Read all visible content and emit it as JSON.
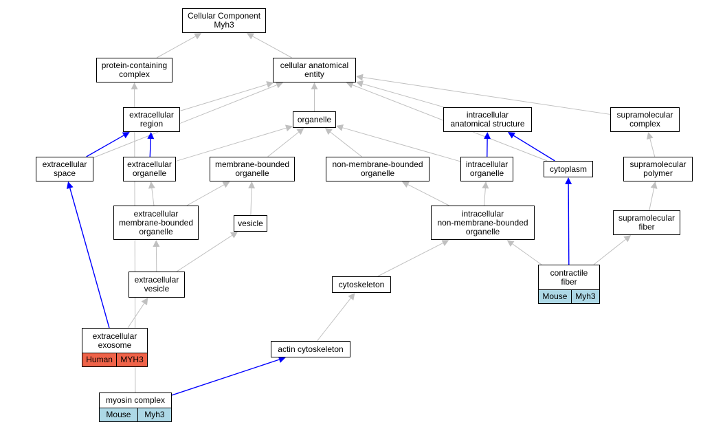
{
  "colors": {
    "is_a_edge": "#c0c0c0",
    "part_of_edge": "#0000ff",
    "human_tag": "#ef6349",
    "mouse_tag": "#add8e6"
  },
  "nodes": {
    "root": [
      "Cellular Component",
      "Myh3"
    ],
    "protein_complex": [
      "protein-containing",
      "complex"
    ],
    "cae": [
      "cellular anatomical",
      "entity"
    ],
    "extracellular_region": [
      "extracellular",
      "region"
    ],
    "organelle": [
      "organelle"
    ],
    "intracellular_structure": [
      "intracellular",
      "anatomical structure"
    ],
    "supramolecular_complex": [
      "supramolecular",
      "complex"
    ],
    "extracellular_space": [
      "extracellular",
      "space"
    ],
    "extracellular_organelle": [
      "extracellular",
      "organelle"
    ],
    "membrane_bounded_organelle": [
      "membrane-bounded",
      "organelle"
    ],
    "non_membrane_bounded_organelle": [
      "non-membrane-bounded",
      "organelle"
    ],
    "intracellular_organelle": [
      "intracellular",
      "organelle"
    ],
    "cytoplasm": [
      "cytoplasm"
    ],
    "supramolecular_polymer": [
      "supramolecular",
      "polymer"
    ],
    "ec_membrane_bounded_organelle": [
      "extracellular",
      "membrane-bounded",
      "organelle"
    ],
    "vesicle": [
      "vesicle"
    ],
    "ic_non_membrane_bounded_organelle": [
      "intracellular",
      "non-membrane-bounded",
      "organelle"
    ],
    "supramolecular_fiber": [
      "supramolecular",
      "fiber"
    ],
    "extracellular_vesicle": [
      "extracellular",
      "vesicle"
    ],
    "cytoskeleton": [
      "cytoskeleton"
    ],
    "contractile_fiber": [
      "contractile",
      "fiber"
    ],
    "extracellular_exosome": [
      "extracellular",
      "exosome"
    ],
    "actin_cytoskeleton": [
      "actin cytoskeleton"
    ],
    "myosin_complex": [
      "myosin complex"
    ]
  },
  "annotations": {
    "contractile_fiber": [
      {
        "species": "Mouse",
        "gene": "Myh3"
      }
    ],
    "extracellular_exosome": [
      {
        "species": "Human",
        "gene": "MYH3"
      }
    ],
    "myosin_complex": [
      {
        "species": "Mouse",
        "gene": "Myh3"
      }
    ]
  },
  "edges": [
    {
      "from": "protein_complex",
      "to": "root",
      "type": "is_a"
    },
    {
      "from": "cae",
      "to": "root",
      "type": "is_a"
    },
    {
      "from": "extracellular_region",
      "to": "cae",
      "type": "is_a"
    },
    {
      "from": "organelle",
      "to": "cae",
      "type": "is_a"
    },
    {
      "from": "intracellular_structure",
      "to": "cae",
      "type": "is_a"
    },
    {
      "from": "supramolecular_complex",
      "to": "cae",
      "type": "is_a"
    },
    {
      "from": "extracellular_space",
      "to": "cae",
      "type": "is_a"
    },
    {
      "from": "cytoplasm",
      "to": "cae",
      "type": "is_a"
    },
    {
      "from": "extracellular_space",
      "to": "extracellular_region",
      "type": "part_of"
    },
    {
      "from": "extracellular_organelle",
      "to": "extracellular_region",
      "type": "part_of"
    },
    {
      "from": "extracellular_organelle",
      "to": "organelle",
      "type": "is_a"
    },
    {
      "from": "membrane_bounded_organelle",
      "to": "organelle",
      "type": "is_a"
    },
    {
      "from": "non_membrane_bounded_organelle",
      "to": "organelle",
      "type": "is_a"
    },
    {
      "from": "intracellular_organelle",
      "to": "organelle",
      "type": "is_a"
    },
    {
      "from": "intracellular_organelle",
      "to": "intracellular_structure",
      "type": "part_of"
    },
    {
      "from": "cytoplasm",
      "to": "intracellular_structure",
      "type": "part_of"
    },
    {
      "from": "supramolecular_polymer",
      "to": "supramolecular_complex",
      "type": "is_a"
    },
    {
      "from": "ec_membrane_bounded_organelle",
      "to": "extracellular_organelle",
      "type": "is_a"
    },
    {
      "from": "ec_membrane_bounded_organelle",
      "to": "membrane_bounded_organelle",
      "type": "is_a"
    },
    {
      "from": "vesicle",
      "to": "membrane_bounded_organelle",
      "type": "is_a"
    },
    {
      "from": "ic_non_membrane_bounded_organelle",
      "to": "non_membrane_bounded_organelle",
      "type": "is_a"
    },
    {
      "from": "ic_non_membrane_bounded_organelle",
      "to": "intracellular_organelle",
      "type": "is_a"
    },
    {
      "from": "supramolecular_fiber",
      "to": "supramolecular_polymer",
      "type": "is_a"
    },
    {
      "from": "extracellular_vesicle",
      "to": "ec_membrane_bounded_organelle",
      "type": "is_a"
    },
    {
      "from": "extracellular_vesicle",
      "to": "vesicle",
      "type": "is_a"
    },
    {
      "from": "cytoskeleton",
      "to": "ic_non_membrane_bounded_organelle",
      "type": "is_a"
    },
    {
      "from": "contractile_fiber",
      "to": "ic_non_membrane_bounded_organelle",
      "type": "is_a"
    },
    {
      "from": "contractile_fiber",
      "to": "supramolecular_fiber",
      "type": "is_a"
    },
    {
      "from": "contractile_fiber",
      "to": "cytoplasm",
      "type": "part_of"
    },
    {
      "from": "extracellular_exosome",
      "to": "extracellular_vesicle",
      "type": "is_a"
    },
    {
      "from": "extracellular_exosome",
      "to": "extracellular_space",
      "type": "part_of"
    },
    {
      "from": "actin_cytoskeleton",
      "to": "cytoskeleton",
      "type": "is_a"
    },
    {
      "from": "myosin_complex",
      "to": "protein_complex",
      "type": "is_a"
    },
    {
      "from": "myosin_complex",
      "to": "actin_cytoskeleton",
      "type": "part_of"
    }
  ]
}
